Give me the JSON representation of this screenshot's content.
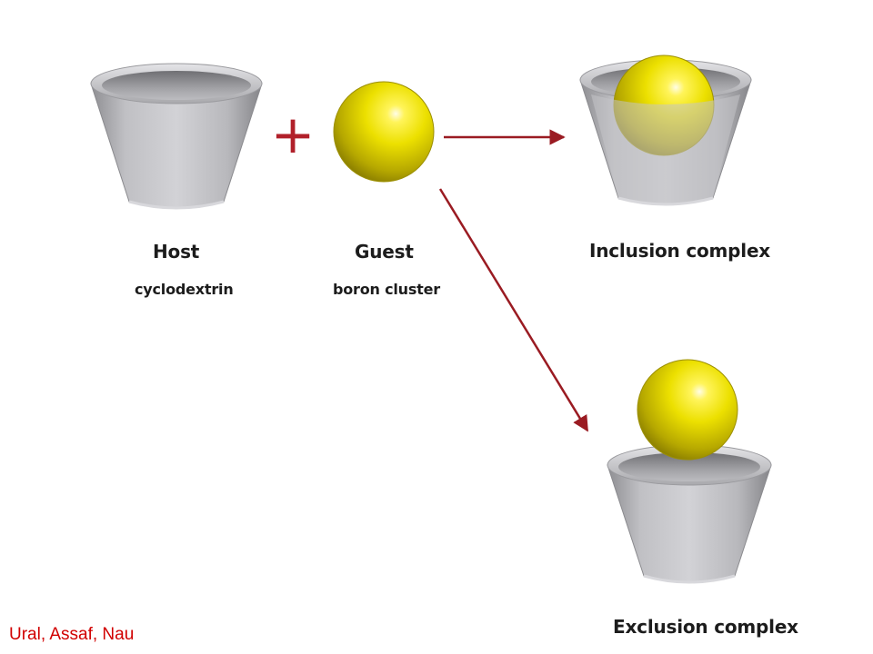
{
  "host": {
    "title": "Host",
    "subtitle": "cyclodextrin"
  },
  "guest": {
    "title": "Guest",
    "subtitle": "boron cluster"
  },
  "inclusion": {
    "title": "Inclusion complex"
  },
  "exclusion": {
    "title": "Exclusion complex"
  },
  "operator": "+",
  "credit": "Ural, Assaf, Nau",
  "colors": {
    "arrow": "#9a1b22",
    "plus": "#b1202a",
    "credit": "#d10000",
    "sphere": "#e6d400",
    "cup": "#b4b4b8"
  }
}
